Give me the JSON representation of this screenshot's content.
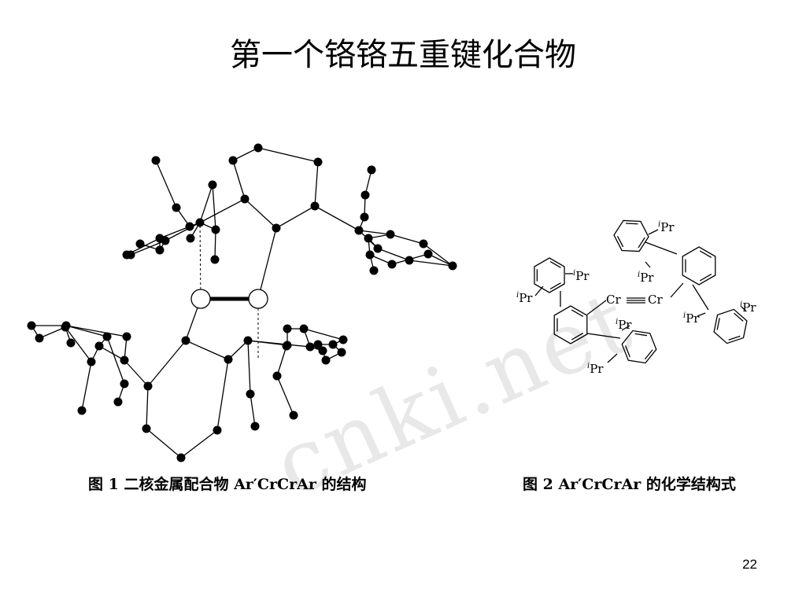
{
  "slide": {
    "title": "第一个铬铬五重键化合物",
    "page_number": "22"
  },
  "figure1": {
    "caption": "图 1  二核金属配合物 Ar′CrCrAr 的结构"
  },
  "figure2": {
    "caption": "图 2  Ar′CrCrAr 的化学结构式",
    "labels": {
      "cr_left": "Cr",
      "cr_right": "Cr",
      "ipr_prefix": "i",
      "ipr_suffix": "Pr"
    }
  },
  "watermark": {
    "text": "cnki.net"
  }
}
